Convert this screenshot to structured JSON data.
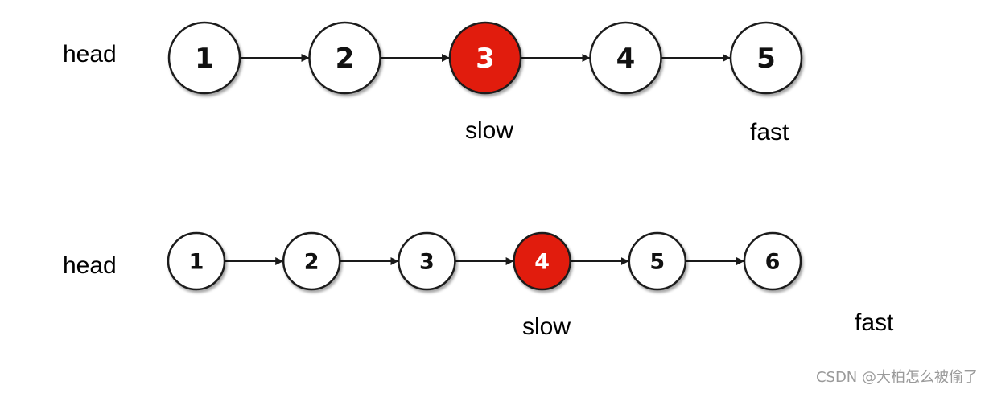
{
  "colors": {
    "node_fill": "#ffffff",
    "node_stroke": "#1a1a1a",
    "highlight_fill": "#e11b0c",
    "arrow": "#1a1a1a",
    "watermark": "#9a9a9a"
  },
  "list_odd": {
    "head_label": "head",
    "nodes": [
      "1",
      "2",
      "3",
      "4",
      "5"
    ],
    "highlight_index": 2,
    "slow_label": "slow",
    "fast_label": "fast"
  },
  "list_even": {
    "head_label": "head",
    "nodes": [
      "1",
      "2",
      "3",
      "4",
      "5",
      "6"
    ],
    "highlight_index": 3,
    "slow_label": "slow",
    "fast_label": "fast"
  },
  "watermark": "CSDN @大柏怎么被偷了"
}
